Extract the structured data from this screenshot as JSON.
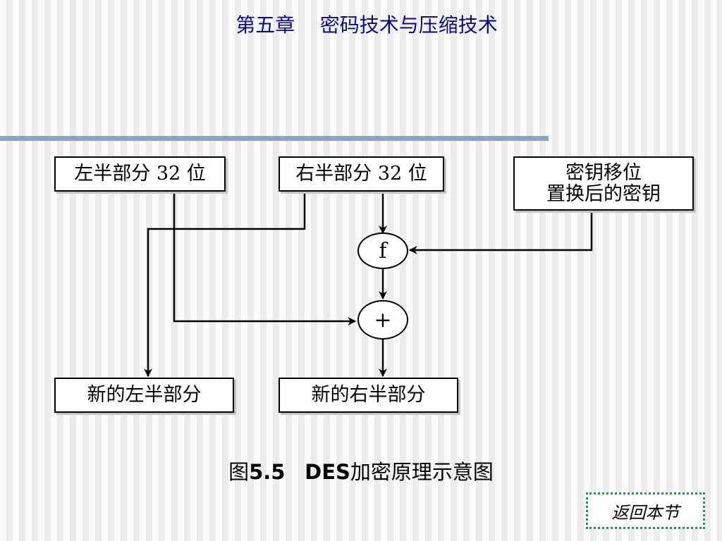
{
  "header": {
    "title": "第五章    密码技术与压缩技术"
  },
  "diagram": {
    "left_half": "左半部分 32 位",
    "right_half": "右半部分 32 位",
    "key_line1": "密钥移位",
    "key_line2": "置换后的密钥",
    "f_node": "f",
    "xor_node": "+",
    "new_left": "新的左半部分",
    "new_right": "新的右半部分"
  },
  "caption": {
    "prefix": "图",
    "number": "5.5",
    "des": "DES",
    "text": "加密原理示意图"
  },
  "nav": {
    "back_label": "返回本节"
  }
}
